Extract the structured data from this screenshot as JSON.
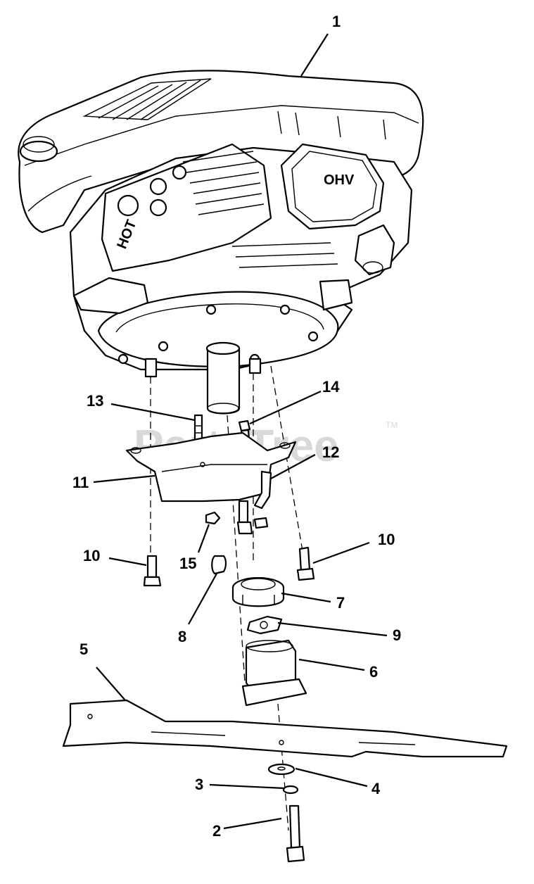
{
  "watermark": {
    "text": "PartsTree",
    "tm": "TM"
  },
  "engine_labels": {
    "ohv": "OHV",
    "hot": "HOT"
  },
  "callouts": [
    {
      "id": "c1",
      "label": "1"
    },
    {
      "id": "c2",
      "label": "2"
    },
    {
      "id": "c3",
      "label": "3"
    },
    {
      "id": "c4",
      "label": "4"
    },
    {
      "id": "c5",
      "label": "5"
    },
    {
      "id": "c6",
      "label": "6"
    },
    {
      "id": "c7",
      "label": "7"
    },
    {
      "id": "c8",
      "label": "8"
    },
    {
      "id": "c9",
      "label": "9"
    },
    {
      "id": "c10a",
      "label": "10"
    },
    {
      "id": "c10b",
      "label": "10"
    },
    {
      "id": "c11",
      "label": "11"
    },
    {
      "id": "c12",
      "label": "12"
    },
    {
      "id": "c13",
      "label": "13"
    },
    {
      "id": "c14",
      "label": "14"
    },
    {
      "id": "c15",
      "label": "15"
    }
  ]
}
